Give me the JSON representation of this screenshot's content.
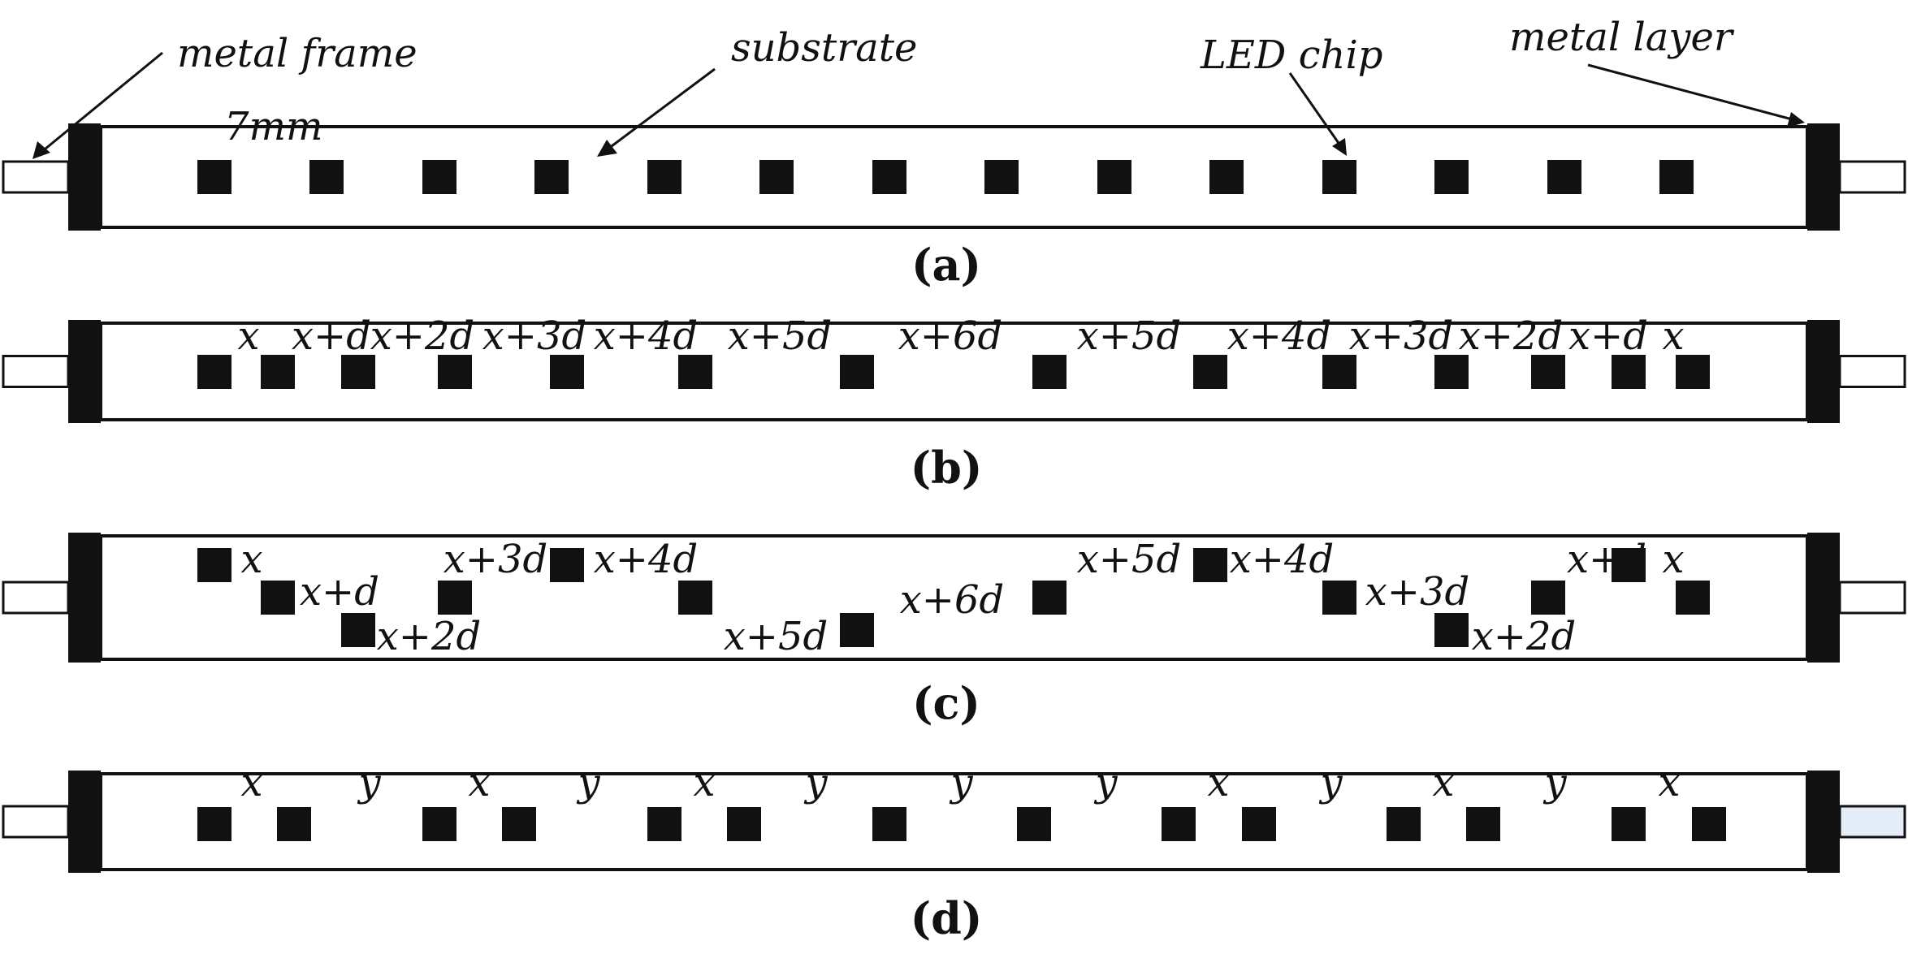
{
  "colors": {
    "ink": "#111111",
    "background": "#ffffff",
    "pin_fill": "#ffffff",
    "pin_fill_blue": "#e3ecf7"
  },
  "annotations": {
    "metal_frame": "metal frame",
    "substrate": "substrate",
    "led_chip": "LED chip",
    "metal_layer": "metal layer",
    "dim": "7mm"
  },
  "captions": {
    "a": "(a)",
    "b": "(b)",
    "c": "(c)",
    "d": "(d)"
  },
  "labels": {
    "b": [
      "x",
      "x+d",
      "x+2d",
      "x+3d",
      "x+4d",
      "x+5d",
      "x+6d",
      "x+5d",
      "x+4d",
      "x+3d",
      "x+2d",
      "x+d",
      "x"
    ],
    "c": [
      "x",
      "x+d",
      "x+2d",
      "x+3d",
      "x+4d",
      "x+5d",
      "x+6d",
      "x+5d",
      "x+4d",
      "x+3d",
      "x+2d",
      "x+d",
      "x"
    ],
    "d": [
      "x",
      "y",
      "x",
      "y",
      "x",
      "y",
      "y",
      "y",
      "x",
      "y",
      "x",
      "y",
      "x"
    ]
  }
}
